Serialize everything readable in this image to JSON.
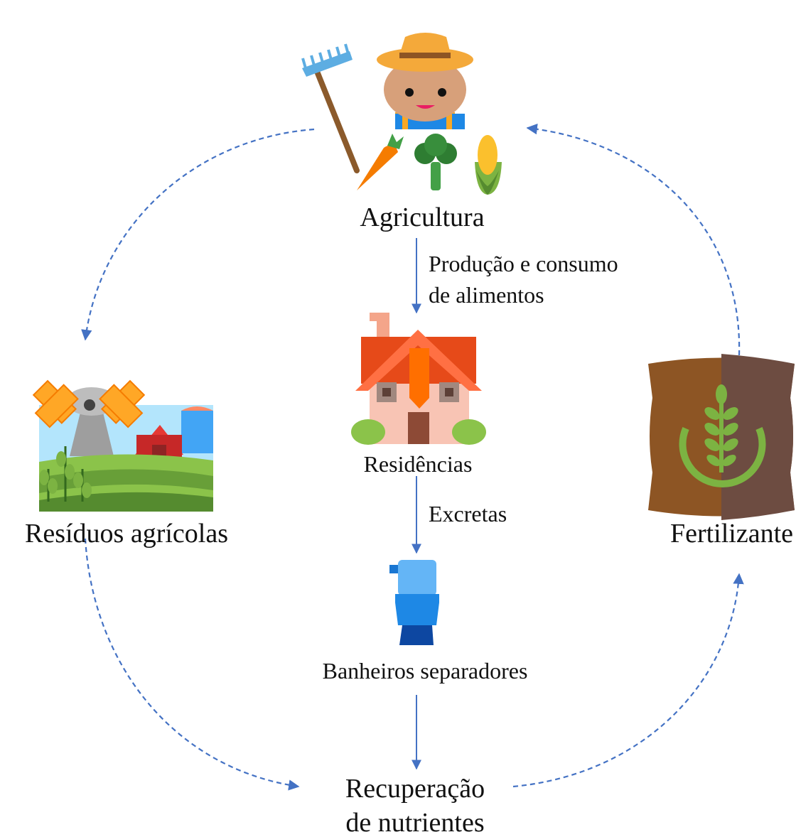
{
  "colors": {
    "arrow": "#4472C4",
    "text": "#111111"
  },
  "icons": {
    "farmer": "farmer-icon",
    "rake": "rake-icon",
    "carrot": "carrot-icon",
    "broccoli": "broccoli-icon",
    "corn": "corn-icon",
    "house": "house-icon",
    "toilet": "toilet-icon",
    "windmill": "windmill-farm-icon",
    "fertilizer": "fertilizer-bag-icon"
  },
  "nodes": {
    "agriculture": {
      "label": "Agricultura"
    },
    "residences": {
      "label": "Residências"
    },
    "toilets": {
      "label": "Banheiros separadores"
    },
    "recovery": {
      "line1": "Recuperação",
      "line2": "de nutrientes"
    },
    "waste": {
      "label": "Resíduos agrícolas"
    },
    "fertilizer": {
      "label": "Fertilizante"
    }
  },
  "edges": {
    "food": {
      "line1": "Produção e consumo",
      "line2": "de alimentos"
    },
    "excreta": {
      "label": "Excretas"
    }
  }
}
